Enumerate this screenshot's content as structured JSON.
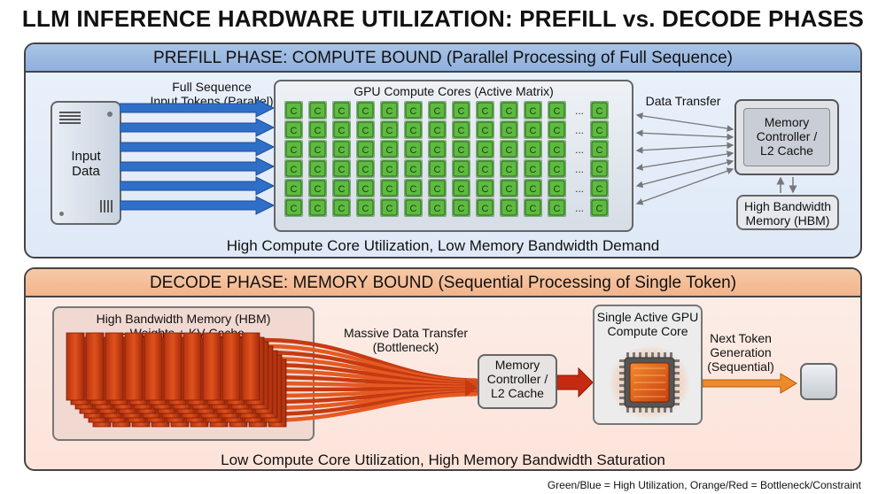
{
  "title": "LLM INFERENCE HARDWARE UTILIZATION: PREFILL vs. DECODE PHASES",
  "prefill": {
    "header": "PREFILL PHASE: COMPUTE BOUND (Parallel Processing of Full Sequence)",
    "input_box": "Input\nData",
    "input_label": "Full Sequence\nInput Tokens (Parallel)",
    "gpu_label": "GPU Compute Cores (Active Matrix)",
    "core_glyph": "C",
    "ellipsis": "...",
    "transfer_label": "Data Transfer",
    "memory_controller": "Memory\nController /\nL2 Cache",
    "hbm": "High Bandwidth\nMemory (HBM)",
    "footer": "High Compute Core Utilization, Low Memory Bandwidth Demand",
    "colors": {
      "core": "#5dbb3f",
      "arrow": "#2f6fc8"
    }
  },
  "decode": {
    "header": "DECODE PHASE: MEMORY BOUND (Sequential Processing of Single Token)",
    "hbm_label": "High Bandwidth Memory (HBM)\n- Weights + KV Cache",
    "transfer_label": "Massive Data Transfer\n(Bottleneck)",
    "memory_controller": "Memory\nController /\nL2 Cache",
    "core_label": "Single Active GPU\nCompute Core",
    "next_label": "Next Token\nGeneration\n(Sequential)",
    "footer": "Low Compute Core Utilization, High Memory Bandwidth Saturation",
    "colors": {
      "memory": "#d9461a",
      "core": "#e8641c",
      "arrow": "#ee8a2a"
    }
  },
  "legend_note": "Green/Blue = High Utilization, Orange/Red = Bottleneck/Constraint"
}
